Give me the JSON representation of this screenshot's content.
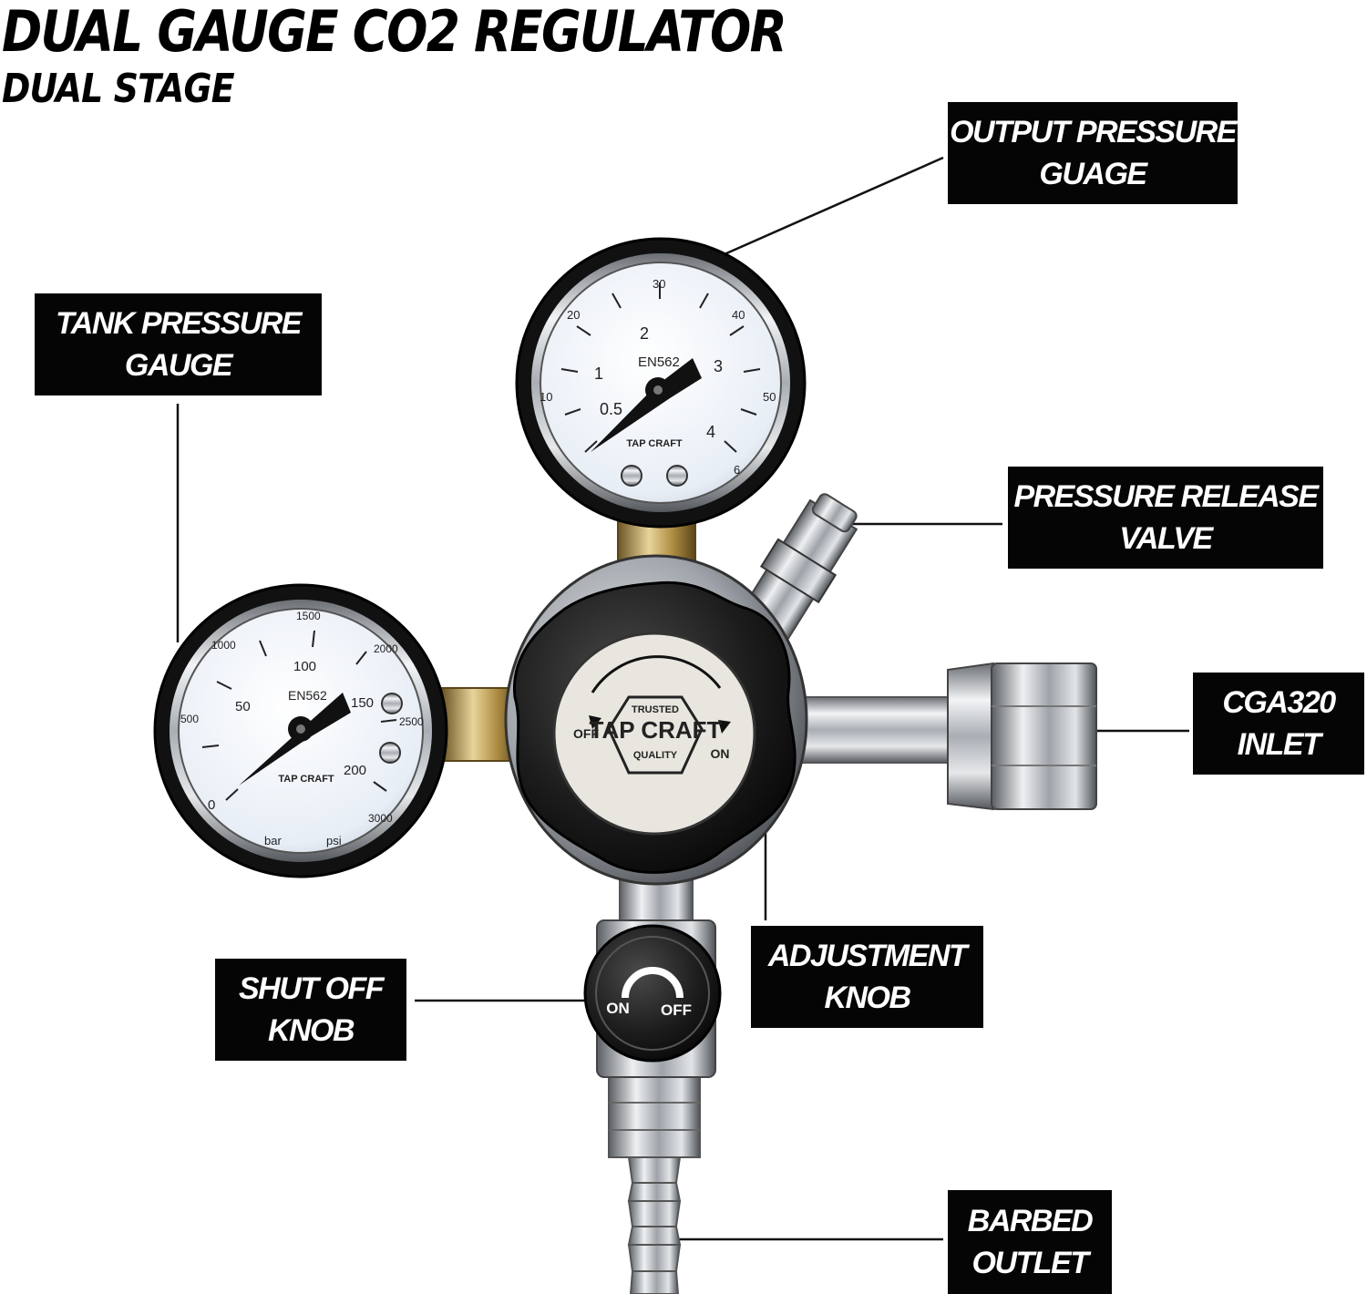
{
  "title": "DUAL GAUGE CO2 REGULATOR",
  "subtitle": "DUAL STAGE",
  "callouts": {
    "output_gauge": [
      "OUTPUT PRESSURE",
      "GUAGE"
    ],
    "tank_gauge": [
      "TANK PRESSURE",
      "GAUGE"
    ],
    "release_valve": [
      "PRESSURE RELEASE",
      "VALVE"
    ],
    "inlet": [
      "CGA320",
      "INLET"
    ],
    "adjustment_knob": [
      "ADJUSTMENT",
      "KNOB"
    ],
    "shutoff_knob": [
      "SHUT OFF",
      "KNOB"
    ],
    "barbed_outlet": [
      "BARBED",
      "OUTLET"
    ]
  },
  "output_gauge": {
    "model": "EN562",
    "inner_ticks": [
      "0.5",
      "1",
      "2",
      "3",
      "4"
    ],
    "outer_ticks": [
      "10",
      "20",
      "30",
      "40",
      "50",
      "6"
    ]
  },
  "tank_gauge": {
    "model": "EN562",
    "inner_ticks": [
      "0",
      "50",
      "100",
      "150",
      "200"
    ],
    "outer_ticks": [
      "500",
      "1000",
      "1500",
      "2000",
      "2500",
      "3000"
    ],
    "units": [
      "bar",
      "psi"
    ]
  },
  "brand": {
    "top": "TRUSTED",
    "name": "TAP CRAFT",
    "bottom": "QUALITY"
  },
  "adjustment_labels": {
    "off": "OFF",
    "on": "ON"
  },
  "shutoff_labels": {
    "on": "ON",
    "off": "OFF"
  }
}
